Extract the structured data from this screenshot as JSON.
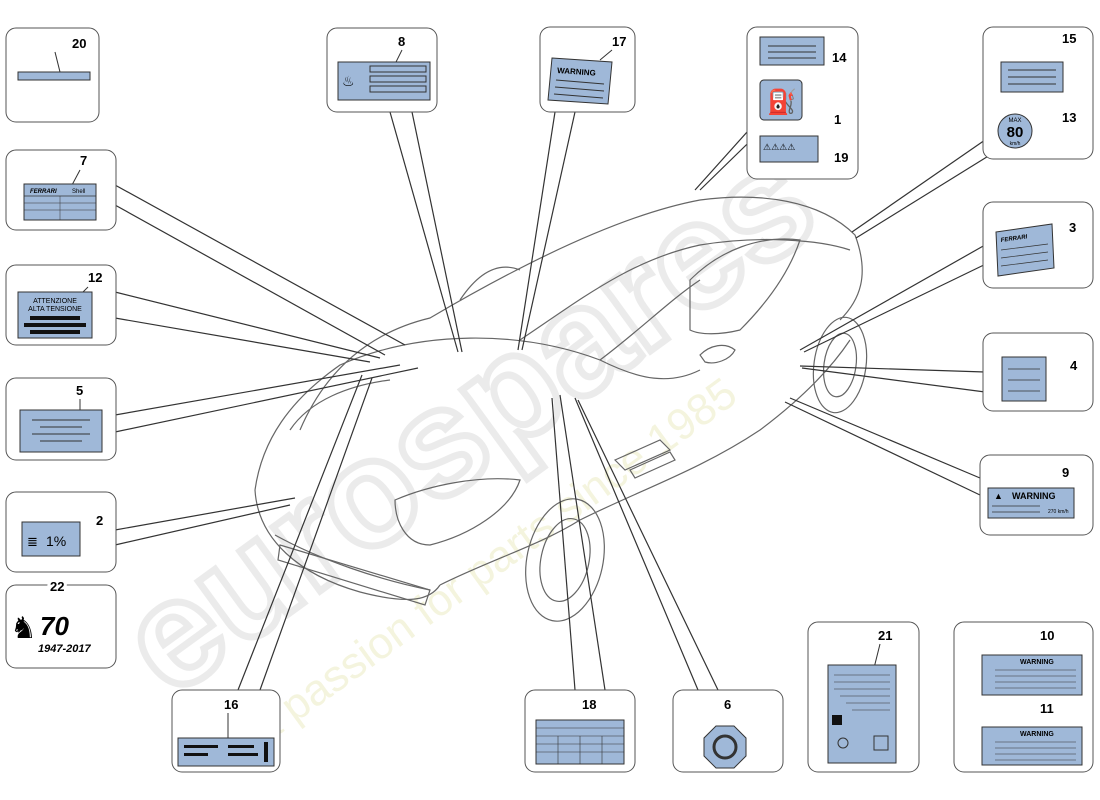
{
  "parts": [
    {
      "key": "p1",
      "number": "1"
    },
    {
      "key": "p2",
      "number": "2",
      "text": "1%"
    },
    {
      "key": "p3",
      "number": "3",
      "brand": "FERRARI"
    },
    {
      "key": "p4",
      "number": "4"
    },
    {
      "key": "p5",
      "number": "5"
    },
    {
      "key": "p6",
      "number": "6"
    },
    {
      "key": "p7",
      "number": "7",
      "brand": "FERRARI",
      "partner": "Shell"
    },
    {
      "key": "p8",
      "number": "8"
    },
    {
      "key": "p9",
      "number": "9",
      "title": "WARNING",
      "speed": "270 km/h"
    },
    {
      "key": "p10",
      "number": "10",
      "title": "WARNING"
    },
    {
      "key": "p11",
      "number": "11",
      "title": "WARNING"
    },
    {
      "key": "p12",
      "number": "12",
      "line1": "ATTENZIONE",
      "line2": "ALTA TENSIONE"
    },
    {
      "key": "p13",
      "number": "13",
      "top": "MAX",
      "value": "80",
      "unit": "km/h"
    },
    {
      "key": "p14",
      "number": "14"
    },
    {
      "key": "p15",
      "number": "15"
    },
    {
      "key": "p16",
      "number": "16"
    },
    {
      "key": "p17",
      "number": "17",
      "title": "WARNING"
    },
    {
      "key": "p18",
      "number": "18"
    },
    {
      "key": "p19",
      "number": "19"
    },
    {
      "key": "p20",
      "number": "20"
    },
    {
      "key": "p21",
      "number": "21"
    },
    {
      "key": "p22",
      "number": "22",
      "anniversary": "70",
      "years": "1947-2017"
    }
  ],
  "watermark": {
    "brand": "eurospares",
    "slogan": "a passion for parts since 1985"
  },
  "colors": {
    "decal_fill": "#9fb8d8",
    "line": "#333333",
    "watermark": "#e8e8c8"
  }
}
